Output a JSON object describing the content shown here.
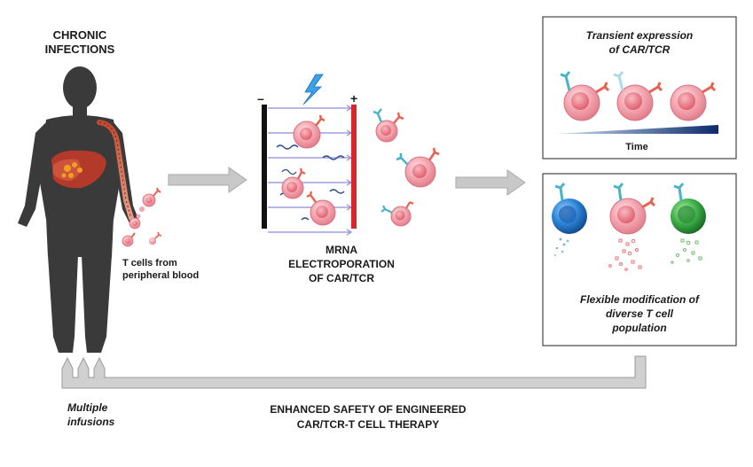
{
  "left": {
    "title_line1": "CHRONIC",
    "title_line2": "INFECTIONS",
    "tcells_line1": "T cells from",
    "tcells_line2": "peripheral blood"
  },
  "middle": {
    "minus_sign": "–",
    "plus_sign": "+",
    "caption_line1": "MRNA",
    "caption_line2": "ELECTROPORATION",
    "caption_line3": "OF CAR/TCR"
  },
  "box_top": {
    "title_line1": "Transient expression",
    "title_line2": "of CAR/TCR",
    "axis_label": "Time"
  },
  "box_bottom": {
    "caption_line1": "Flexible modification of",
    "caption_line2": "diverse T cell",
    "caption_line3": "population"
  },
  "footer": {
    "left_line1": "Multiple",
    "left_line2": "infusions",
    "main_line1": "ENHANCED SAFETY OF ENGINEERED",
    "main_line2": "CAR/TCR-T CELL THERAPY"
  },
  "colors": {
    "cell_pink": "#f2a3ad",
    "cell_blue": "#2e86d9",
    "cell_green": "#3fb24a",
    "car_red": "#e8604f",
    "tcr_teal": "#4bb3c8",
    "electrode_red": "#d8262c",
    "electrode_black": "#111111",
    "arrow_gray": "#c8c8c8",
    "silhouette": "#3a3a3a"
  }
}
